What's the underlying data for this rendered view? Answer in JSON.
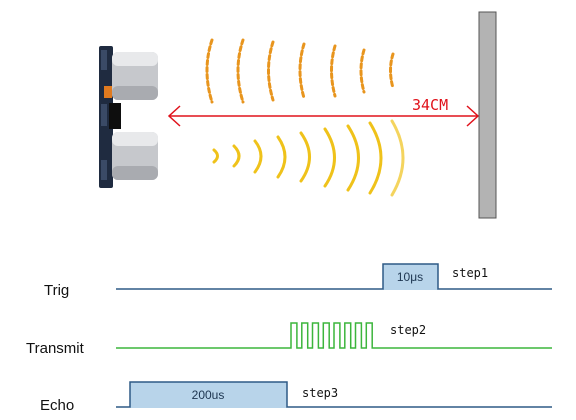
{
  "distance": {
    "label": "34CM"
  },
  "signals": {
    "trig": {
      "label": "Trig",
      "pulse_label": "10μs",
      "step": "step1"
    },
    "transmit": {
      "label": "Transmit",
      "pulse_count": 8,
      "step": "step2"
    },
    "echo": {
      "label": "Echo",
      "pulse_label": "200us",
      "step": "step3"
    }
  },
  "colors": {
    "trig_line": "#2e5a86",
    "trig_fill": "#b8d4ea",
    "transmit_line": "#3cb53c",
    "echo_line": "#2e5a86",
    "echo_fill": "#b8d4ea",
    "arrow": "#e0121b",
    "wall": "#b3b3b3",
    "outgoing_wave": "#e8951e",
    "incoming_wave": "#efc21a"
  },
  "icons": {
    "sensor": "ultrasonic-sensor-icon",
    "wall": "wall-icon"
  }
}
